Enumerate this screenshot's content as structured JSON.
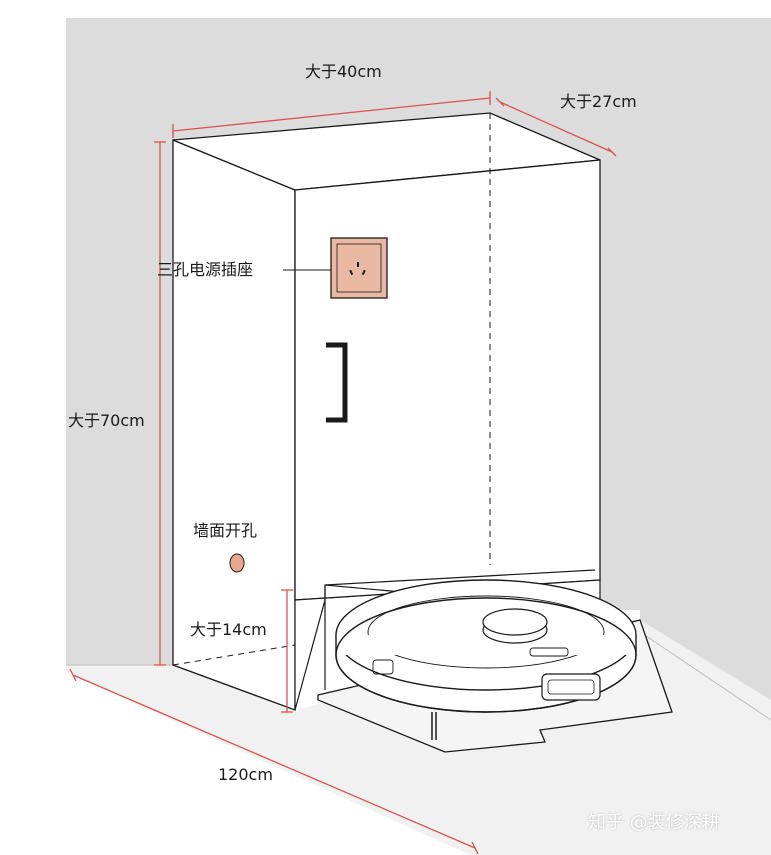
{
  "labels": {
    "width": "大于40cm",
    "depth": "大于27cm",
    "height": "大于70cm",
    "socket": "三孔电源插座",
    "wall_hole": "墙面开孔",
    "gap_height": "大于14cm",
    "floor_width": "120cm"
  },
  "watermark": "知乎 @装修深耕",
  "colors": {
    "wall": "#dcdcdc",
    "floor": "#f1f1f1",
    "dimension_line": "#d9534f",
    "socket_plate": "#e9b9a4",
    "wall_hole": "#e8a88e",
    "outline": "#1a1a1a"
  }
}
